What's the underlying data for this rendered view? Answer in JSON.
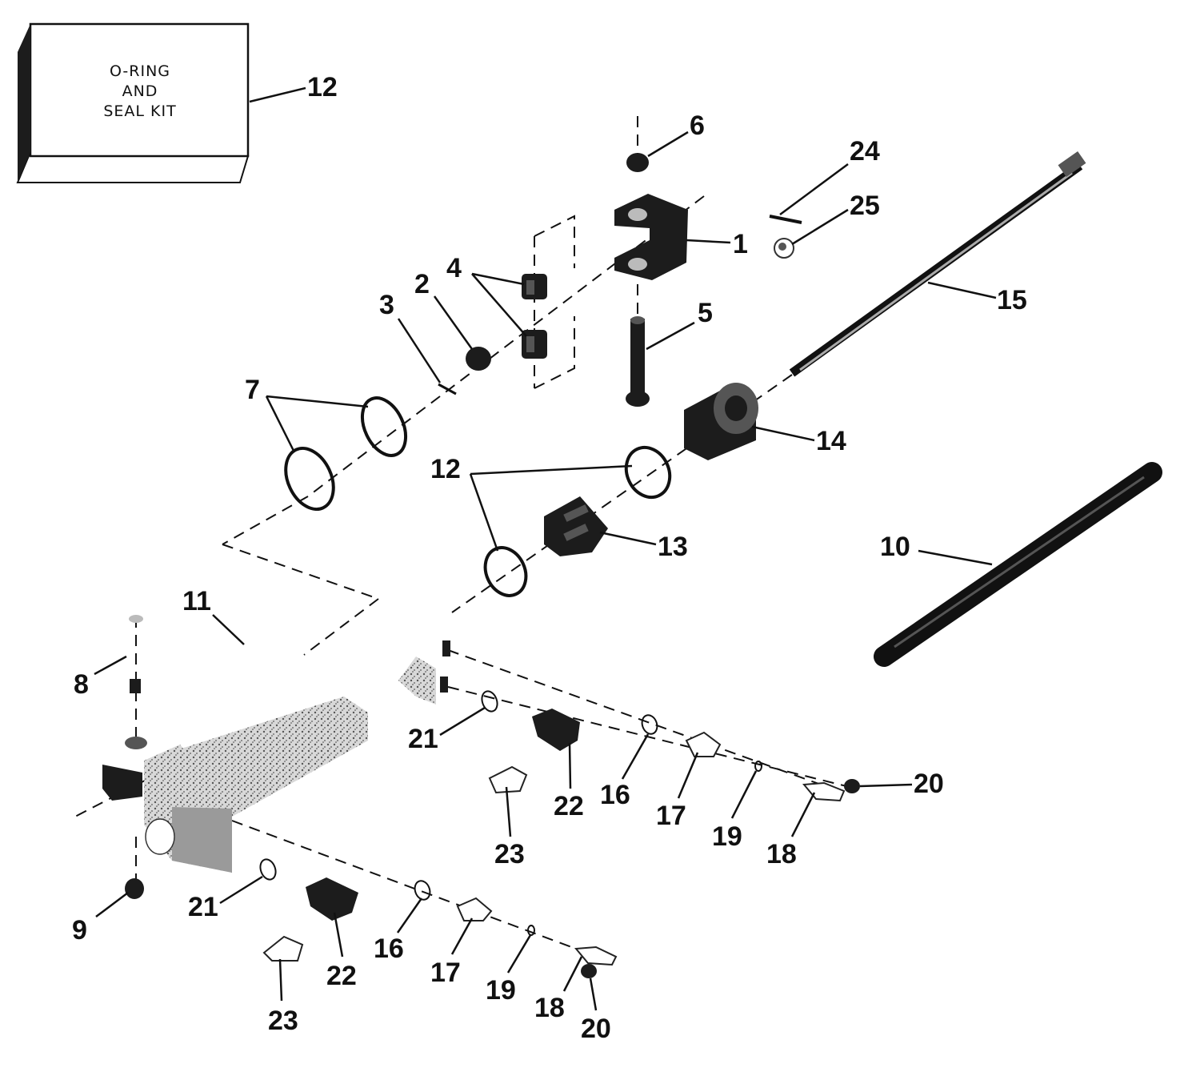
{
  "kit_box": {
    "line1": "O-RING",
    "line2": "AND",
    "line3": "SEAL KIT"
  },
  "callouts": [
    {
      "id": "c1",
      "label": "1"
    },
    {
      "id": "c2",
      "label": "2"
    },
    {
      "id": "c3",
      "label": "3"
    },
    {
      "id": "c4",
      "label": "4"
    },
    {
      "id": "c5",
      "label": "5"
    },
    {
      "id": "c6",
      "label": "6"
    },
    {
      "id": "c7",
      "label": "7"
    },
    {
      "id": "c8",
      "label": "8"
    },
    {
      "id": "c9",
      "label": "9"
    },
    {
      "id": "c10",
      "label": "10"
    },
    {
      "id": "c11",
      "label": "11"
    },
    {
      "id": "c12a",
      "label": "12"
    },
    {
      "id": "c12b",
      "label": "12"
    },
    {
      "id": "c13",
      "label": "13"
    },
    {
      "id": "c14",
      "label": "14"
    },
    {
      "id": "c15",
      "label": "15"
    },
    {
      "id": "c16a",
      "label": "16"
    },
    {
      "id": "c16b",
      "label": "16"
    },
    {
      "id": "c17a",
      "label": "17"
    },
    {
      "id": "c17b",
      "label": "17"
    },
    {
      "id": "c18a",
      "label": "18"
    },
    {
      "id": "c18b",
      "label": "18"
    },
    {
      "id": "c19a",
      "label": "19"
    },
    {
      "id": "c19b",
      "label": "19"
    },
    {
      "id": "c20a",
      "label": "20"
    },
    {
      "id": "c20b",
      "label": "20"
    },
    {
      "id": "c21a",
      "label": "21"
    },
    {
      "id": "c21b",
      "label": "21"
    },
    {
      "id": "c22a",
      "label": "22"
    },
    {
      "id": "c22b",
      "label": "22"
    },
    {
      "id": "c23a",
      "label": "23"
    },
    {
      "id": "c23b",
      "label": "23"
    },
    {
      "id": "c24",
      "label": "24"
    },
    {
      "id": "c25",
      "label": "25"
    }
  ]
}
